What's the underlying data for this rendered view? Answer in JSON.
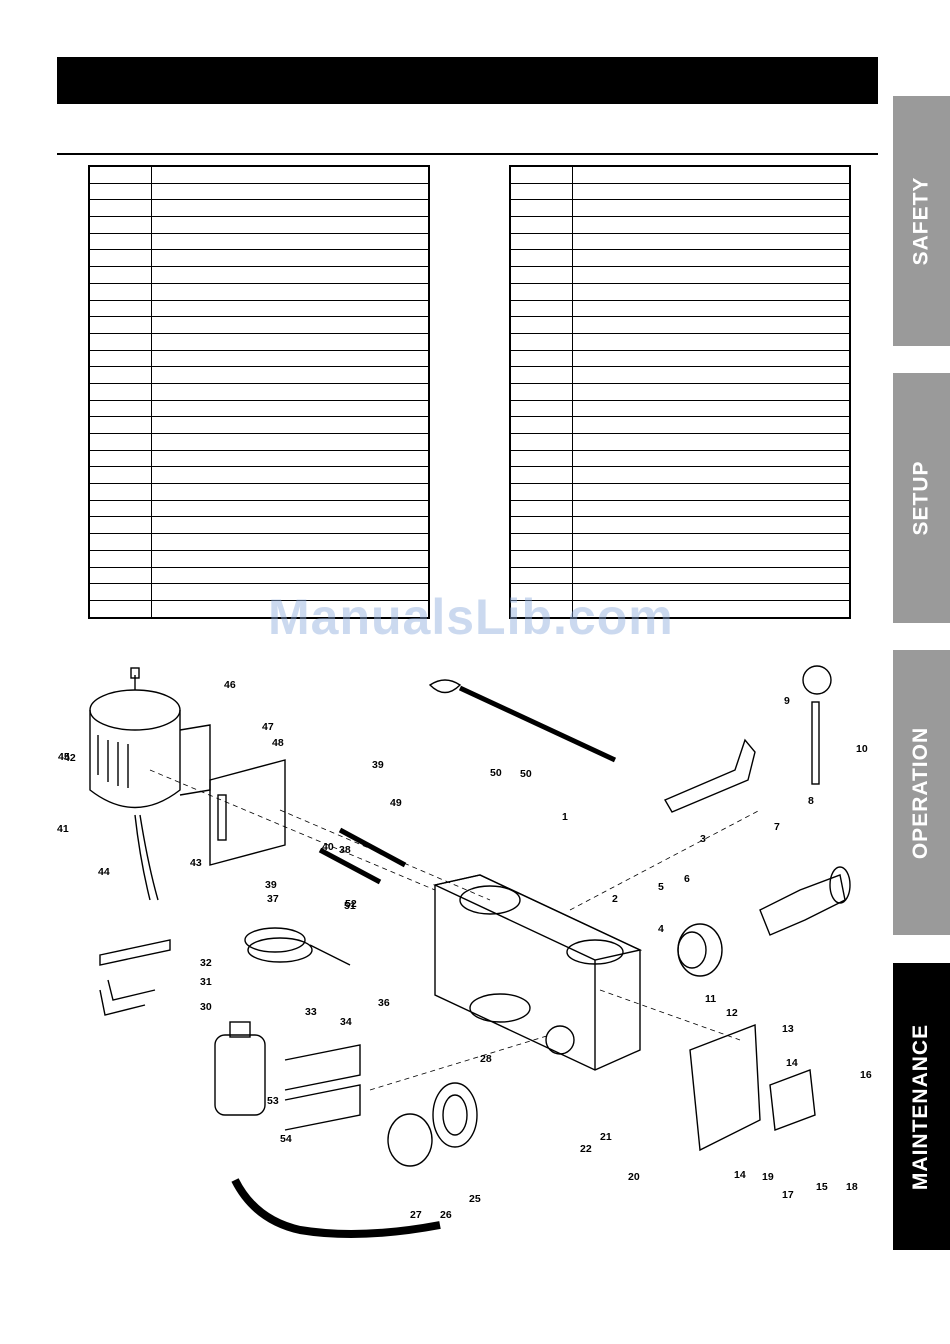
{
  "tabs": [
    {
      "label": "SAFETY",
      "active": false
    },
    {
      "label": "SETUP",
      "active": false
    },
    {
      "label": "OPERATION",
      "active": false
    },
    {
      "label": "MAINTENANCE",
      "active": true
    }
  ],
  "watermark": "ManualsLib.com",
  "diagram": {
    "callouts": [
      "1",
      "2",
      "3",
      "4",
      "5",
      "6",
      "7",
      "8",
      "9",
      "10",
      "11",
      "12",
      "13",
      "14",
      "14",
      "15",
      "16",
      "17",
      "18",
      "19",
      "20",
      "21",
      "22",
      "25",
      "26",
      "27",
      "28",
      "30",
      "31",
      "32",
      "33",
      "34",
      "36",
      "37",
      "38",
      "39",
      "39",
      "40",
      "41",
      "42",
      "43",
      "44",
      "45",
      "46",
      "47",
      "48",
      "49",
      "50",
      "50",
      "51",
      "52",
      "53",
      "54"
    ]
  },
  "colors": {
    "tab_gray": "#9a9a9a",
    "tab_active": "#000000",
    "header_bar": "#000000"
  }
}
